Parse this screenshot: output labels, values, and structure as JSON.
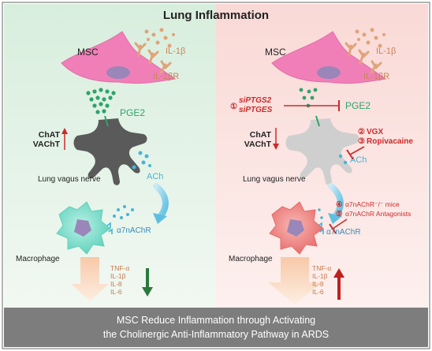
{
  "title": "Lung Inflammation",
  "left": {
    "msc": "MSC",
    "il1b": "IL-1β",
    "il1br": "IL-1βR",
    "pge2": "PGE2",
    "chat": "ChAT",
    "vacht": "VAChT",
    "nerve": "Lung vagus nerve",
    "ach": "ACh",
    "receptor": "α7nAChR",
    "macrophage": "Macrophage",
    "cytokines": [
      "TNF-α",
      "IL-1β",
      "IL-8",
      "IL-6"
    ]
  },
  "right": {
    "msc": "MSC",
    "il1b": "IL-1β",
    "il1br": "IL-1βR",
    "pge2": "PGE2",
    "chat": "ChAT",
    "vacht": "VAChT",
    "nerve": "Lung vagus nerve",
    "ach": "ACh",
    "receptor": "α7nAChR",
    "macrophage": "Macrophage",
    "cytokines": [
      "TNF-α",
      "IL-1β",
      "IL-8",
      "IL-6"
    ],
    "inhibitors": {
      "n1": "①",
      "sip1": "siPTGS2",
      "sip2": "siPTGES",
      "n2": "②",
      "vgx": "VGX",
      "n3": "③",
      "ropi": "Ropivacaine",
      "n4": "④",
      "mice": "α7nAChR⁻/⁻ mice",
      "n5": "⑤",
      "antag": "α7nAChR Antagonists"
    }
  },
  "footer": {
    "line1": "MSC Reduce Inflammation through Activating",
    "line2": "the Cholinergic Anti-Inflammatory Pathway in ARDS"
  },
  "colors": {
    "left_bg": "#e3f3e6",
    "right_bg": "#fbe4e2",
    "footer_bg": "#7d7d7d",
    "msc_pink": "#f07fb8",
    "nucleus": "#9a86b8",
    "il1b": "#e0a37a",
    "pge2_dots": "#2fa36b",
    "nerve_dark": "#5a5a5a",
    "nerve_light": "#c9c9c9",
    "ach_blue": "#48b4d8",
    "mac_teal": "#7ee0cf",
    "mac_pink": "#f2898a",
    "inhibit_red": "#cc2a2a",
    "down_green": "#2b7a3c",
    "up_red": "#c01f1f"
  }
}
